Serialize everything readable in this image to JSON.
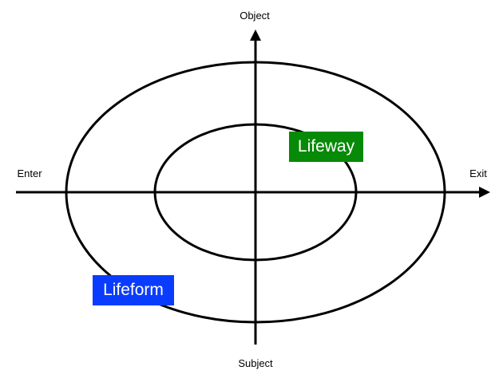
{
  "axes": {
    "top": "Object",
    "bottom": "Subject",
    "left": "Enter",
    "right": "Exit"
  },
  "labels": {
    "inner": {
      "text": "Lifeway",
      "color": "#078a07"
    },
    "outer": {
      "text": "Lifeform",
      "color": "#0a3cff"
    }
  }
}
